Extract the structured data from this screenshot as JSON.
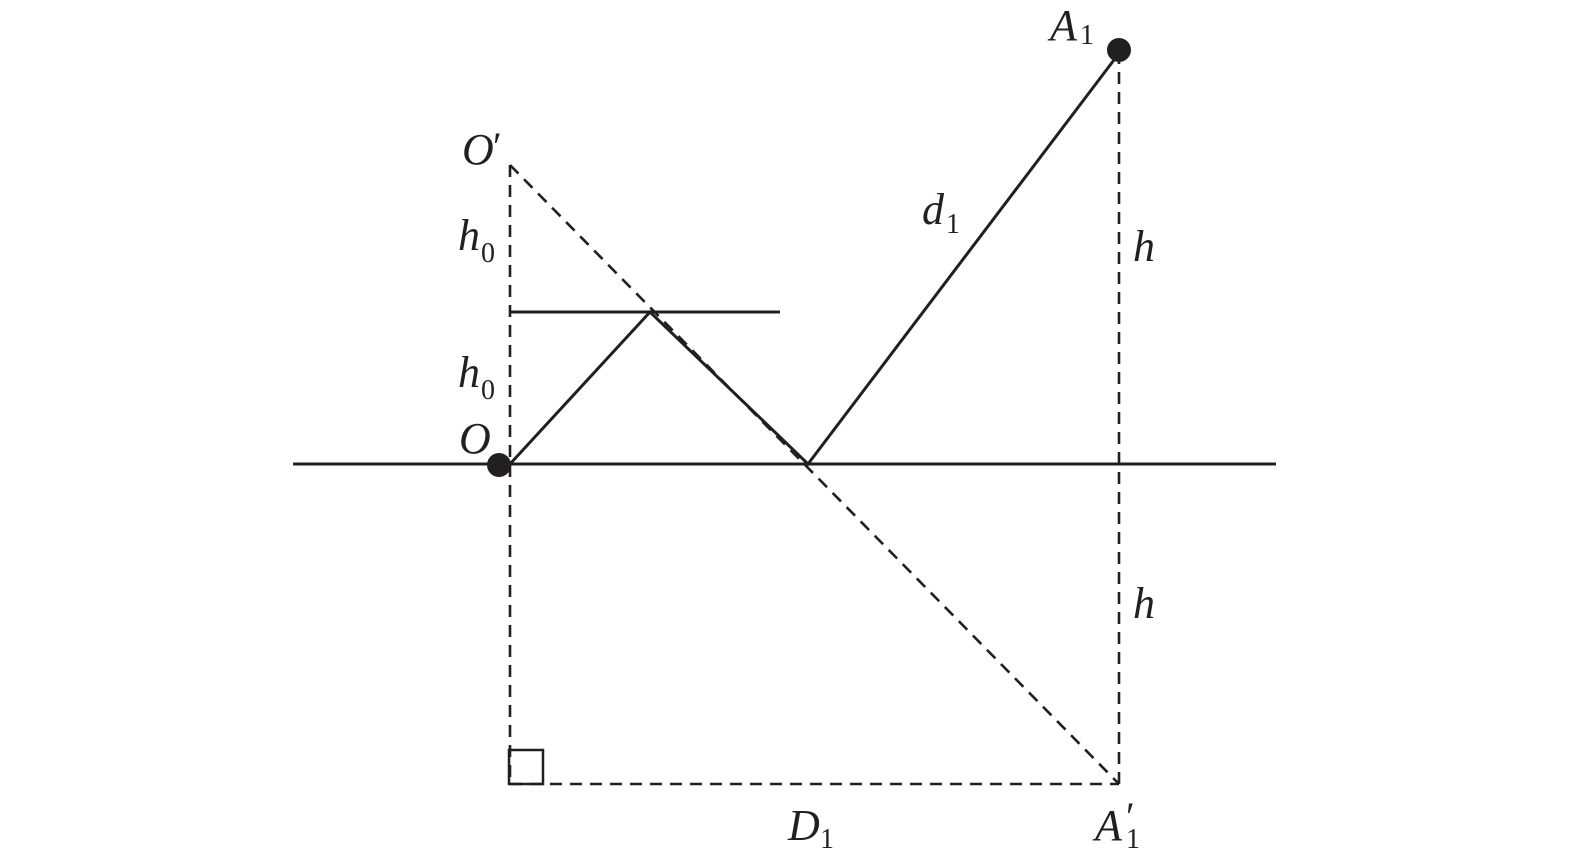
{
  "labels": {
    "A1": {
      "main": "A",
      "sub": "1"
    },
    "O_prime": {
      "main": "O",
      "prime": "′"
    },
    "d1": {
      "main": "d",
      "sub": "1"
    },
    "h_upper": {
      "main": "h"
    },
    "h0_upper": {
      "main": "h",
      "sub": "0"
    },
    "h0_lower": {
      "main": "h",
      "sub": "0"
    },
    "O": {
      "main": "O"
    },
    "h_lower": {
      "main": "h"
    },
    "D1": {
      "main": "D",
      "sub": "1"
    },
    "A1_prime": {
      "main": "A",
      "prime": "′",
      "sub": "1"
    }
  }
}
